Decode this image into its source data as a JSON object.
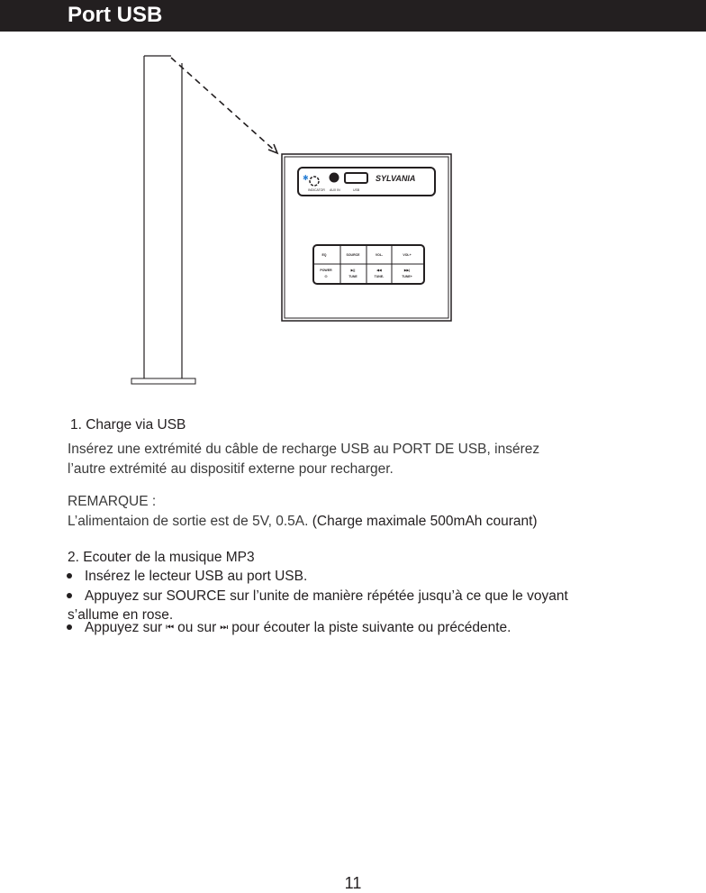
{
  "header": {
    "title": "Port USB"
  },
  "device": {
    "brand": "SYLVANIA",
    "labels": {
      "indicator": "INDICATOR",
      "aux": "AUX IN",
      "usb": "USB"
    },
    "buttons": [
      "EQ",
      "SOURCE",
      "VOL-",
      "VOL+",
      "POWER",
      "▶||",
      "◀◀",
      "▶▶|"
    ],
    "button_sub": [
      "",
      "",
      "",
      "",
      "⏻",
      "TUNE",
      "TUNE-",
      "TUNE+"
    ]
  },
  "section1": {
    "title": "1. Charge via USB",
    "line1": "Insérez une extrémité du câble de recharge USB au PORT DE USB, insérez",
    "line2": "l’autre extrémité au dispositif externe pour recharger.",
    "note_label": "REMARQUE :",
    "note_text": "L’alimentaion de sortie est de 5V, 0.5A.",
    "note_extra": "(Charge maximale 500mAh courant)"
  },
  "section2": {
    "title": "2. Ecouter de la musique MP3",
    "b1": "Insérez le lecteur USB au port USB.",
    "b2a": "Appuyez sur SOURCE  sur l’unite de manière répétée jusqu’à ce que le voyant",
    "b2b": "s’allume en rose.",
    "b3a": "Appuyez sur",
    "b3b": "ou sur",
    "b3c": "pour écouter la piste suivante ou précédente.",
    "prev_icon": "⏮",
    "next_icon": "⏭"
  },
  "page_number": "11"
}
